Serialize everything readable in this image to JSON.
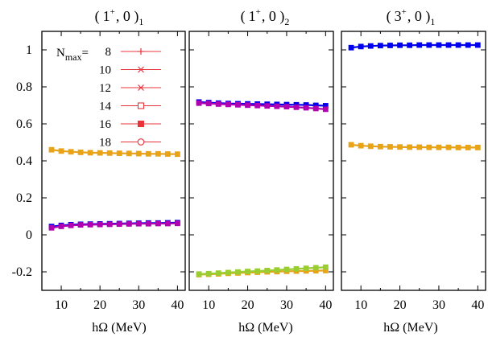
{
  "chart_data": {
    "type": "line",
    "ylim": [
      -0.3,
      1.1
    ],
    "xlim": [
      5,
      42
    ],
    "yticks": [
      "-0.2",
      "0",
      "0.2",
      "0.4",
      "0.6",
      "0.8",
      "1"
    ],
    "xticks": [
      "10",
      "20",
      "30",
      "40"
    ],
    "xlabel": "hΩ (MeV)",
    "legend": {
      "title_main": "N",
      "title_sub": "max",
      "title_eq": "=",
      "entries": [
        "8",
        "10",
        "12",
        "14",
        "16",
        "18"
      ],
      "markers": [
        "plus",
        "cross",
        "cross",
        "square-open",
        "square-filled",
        "circle-open"
      ],
      "placement": "top-left of first panel",
      "color": "#e8333a"
    },
    "x": [
      7.5,
      10,
      12.5,
      15,
      17.5,
      20,
      22.5,
      25,
      27.5,
      30,
      32.5,
      35,
      37.5,
      40
    ],
    "panels": [
      {
        "title_open": "(",
        "title_main": "1",
        "title_sup": "+",
        "title_rest": ", 0 )",
        "title_sub": "1",
        "series": [
          {
            "color": "#e8a317",
            "values": [
              0.46,
              0.453,
              0.449,
              0.446,
              0.444,
              0.443,
              0.442,
              0.441,
              0.44,
              0.439,
              0.438,
              0.438,
              0.437,
              0.436
            ]
          },
          {
            "color": "#0000ee",
            "values": [
              0.045,
              0.051,
              0.055,
              0.057,
              0.058,
              0.059,
              0.06,
              0.061,
              0.062,
              0.063,
              0.064,
              0.064,
              0.065,
              0.066
            ]
          },
          {
            "color": "#b000b0",
            "values": [
              0.038,
              0.046,
              0.051,
              0.054,
              0.055,
              0.056,
              0.057,
              0.058,
              0.059,
              0.06,
              0.06,
              0.061,
              0.061,
              0.062
            ]
          }
        ]
      },
      {
        "title_open": "(",
        "title_main": "1",
        "title_sup": "+",
        "title_rest": ", 0 )",
        "title_sub": "2",
        "series": [
          {
            "color": "#0000ee",
            "values": [
              0.718,
              0.715,
              0.712,
              0.71,
              0.709,
              0.708,
              0.707,
              0.706,
              0.705,
              0.704,
              0.703,
              0.702,
              0.7,
              0.698
            ]
          },
          {
            "color": "#b000b0",
            "values": [
              0.712,
              0.71,
              0.707,
              0.705,
              0.703,
              0.701,
              0.699,
              0.697,
              0.695,
              0.693,
              0.69,
              0.687,
              0.683,
              0.679
            ]
          },
          {
            "color": "#e8a317",
            "values": [
              -0.215,
              -0.213,
              -0.211,
              -0.208,
              -0.206,
              -0.204,
              -0.202,
              -0.2,
              -0.199,
              -0.197,
              -0.196,
              -0.195,
              -0.194,
              -0.193
            ]
          },
          {
            "color": "#9acd32",
            "values": [
              -0.212,
              -0.21,
              -0.207,
              -0.204,
              -0.201,
              -0.198,
              -0.196,
              -0.193,
              -0.19,
              -0.187,
              -0.184,
              -0.181,
              -0.178,
              -0.175
            ]
          }
        ]
      },
      {
        "title_open": "(",
        "title_main": "3",
        "title_sup": "+",
        "title_rest": ", 0 )",
        "title_sub": "1",
        "series": [
          {
            "color": "#0000ee",
            "values": [
              1.012,
              1.018,
              1.021,
              1.023,
              1.024,
              1.025,
              1.025,
              1.026,
              1.026,
              1.026,
              1.026,
              1.026,
              1.026,
              1.026
            ]
          },
          {
            "color": "#e8a317",
            "values": [
              0.487,
              0.482,
              0.479,
              0.477,
              0.476,
              0.475,
              0.474,
              0.474,
              0.473,
              0.473,
              0.473,
              0.472,
              0.472,
              0.472
            ]
          }
        ]
      }
    ]
  }
}
